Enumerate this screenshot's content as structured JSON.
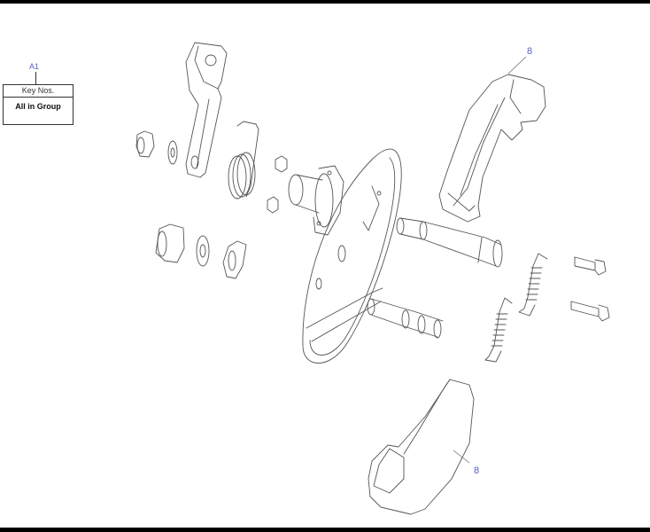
{
  "diagram": {
    "type": "exploded-parts-view",
    "key_legend": {
      "callout": "A1",
      "header": "Key Nos.",
      "value": "All in Group"
    },
    "callouts": [
      {
        "id": "callout-top-brake-shoe",
        "label": "8"
      },
      {
        "id": "callout-bottom-brake-shoe",
        "label": "8"
      }
    ],
    "colors": {
      "callout_text": "#5a5ad0",
      "line_art": "#555555",
      "frame_bars": "#000000",
      "background": "#ffffff"
    }
  }
}
